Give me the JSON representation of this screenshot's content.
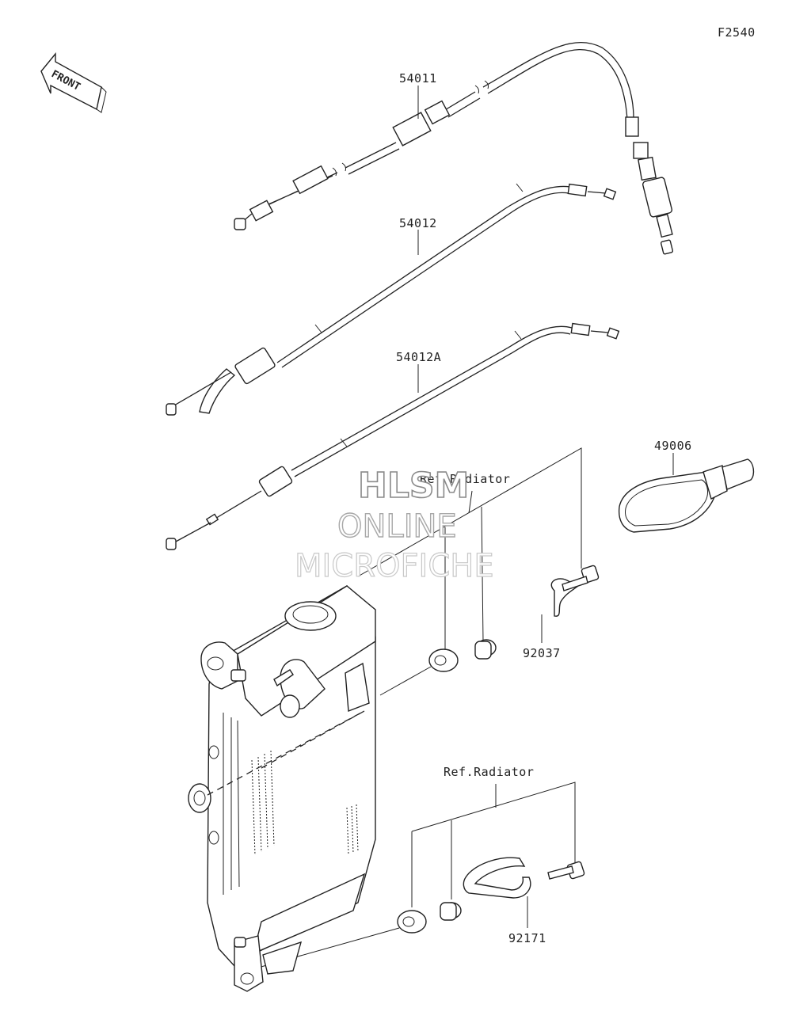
{
  "figure_code": "F2540",
  "front_label": "FRONT",
  "parts": [
    {
      "id": "cable-54011",
      "number": "54011"
    },
    {
      "id": "cable-54012",
      "number": "54012"
    },
    {
      "id": "cable-54012a",
      "number": "54012A"
    },
    {
      "id": "guard-49006",
      "number": "49006"
    },
    {
      "id": "clamp-92037",
      "number": "92037"
    },
    {
      "id": "clamp-92171",
      "number": "92171"
    }
  ],
  "refs": {
    "upper": "Ref.Radiator",
    "lower": "Ref.Radiator"
  },
  "watermark": {
    "line1": "HLSM",
    "line2": "ONLINE",
    "line3": "MICROFICHE"
  },
  "colors": {
    "ink": "#222222",
    "paper": "#ffffff",
    "watermark": "#9a9a9a"
  }
}
